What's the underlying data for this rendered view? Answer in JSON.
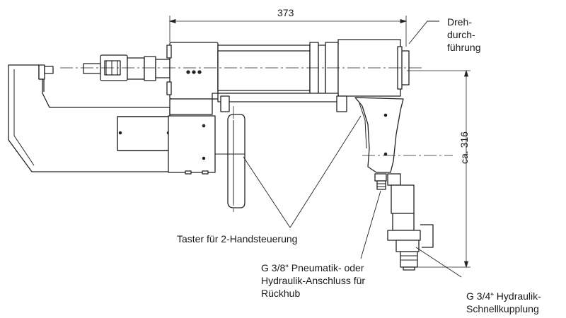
{
  "dimensions": {
    "width": "373",
    "height": "ca. 316"
  },
  "callouts": {
    "rotary_union": [
      "Dreh-",
      "durch-",
      "führung"
    ],
    "two_hand_buttons": "Taster für 2-Handsteuerung",
    "return_port": [
      "G 3/8“ Pneumatik- oder",
      "Hydraulik-Anschluss für",
      "Rückhub"
    ],
    "quick_coupling": [
      "G 3/4“ Hydraulik-",
      "Schnellkupplung"
    ]
  }
}
